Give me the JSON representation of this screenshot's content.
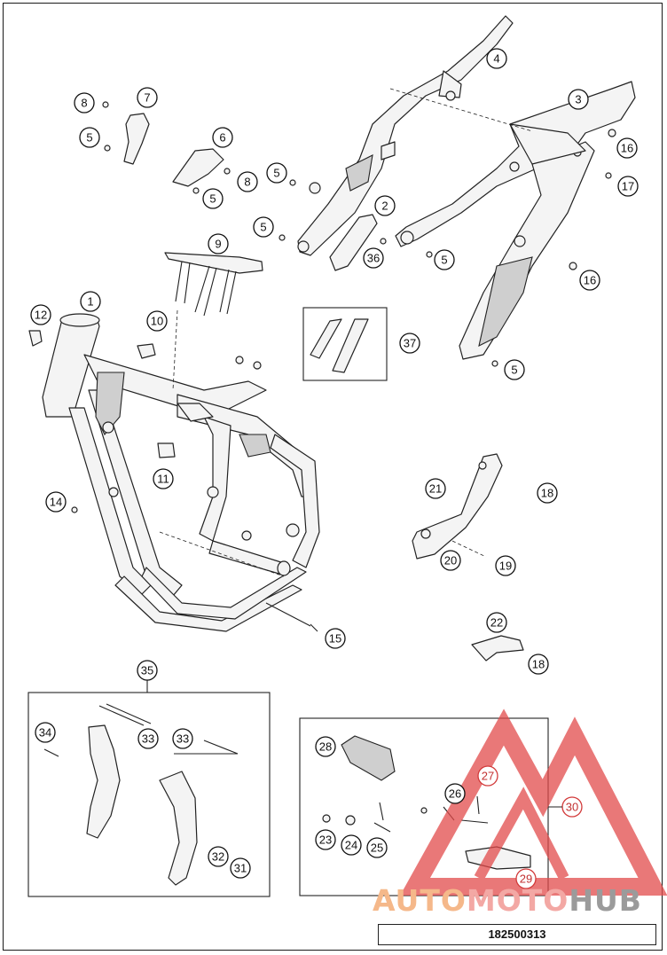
{
  "drawing_number": "182500313",
  "watermark": {
    "part1": "AUTO",
    "part2": "MOTO",
    "part3": "HUB"
  },
  "callouts": [
    "1",
    "2",
    "3",
    "4",
    "5",
    "6",
    "7",
    "8",
    "9",
    "10",
    "11",
    "12",
    "14",
    "15",
    "16",
    "17",
    "18",
    "19",
    "20",
    "21",
    "22",
    "23",
    "24",
    "25",
    "26",
    "27",
    "28",
    "29",
    "30",
    "31",
    "32",
    "33",
    "34",
    "35",
    "36",
    "37"
  ],
  "colors": {
    "line": "#222222",
    "watermark_red": "#e24b4b",
    "watermark_orange": "#f29a5a",
    "watermark_gray": "#8a8a8a"
  }
}
